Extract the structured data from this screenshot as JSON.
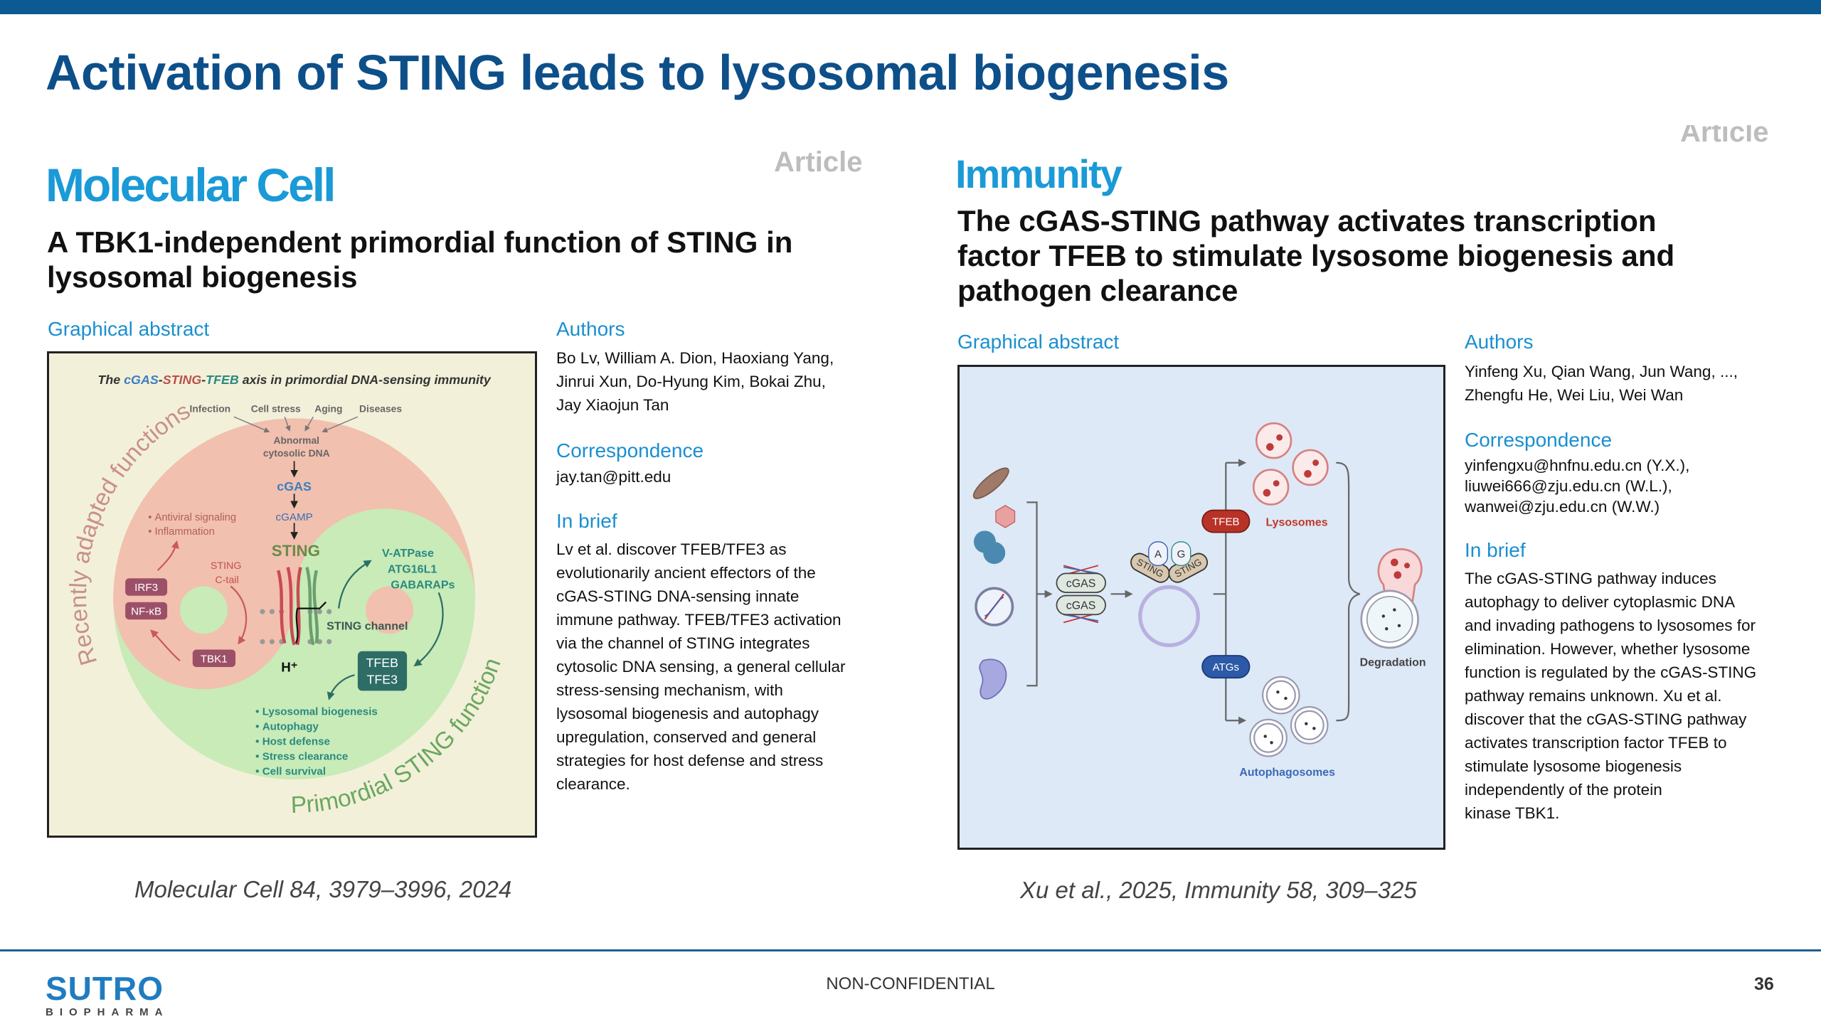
{
  "slide": {
    "title": "Activation of STING leads to lysosomal biogenesis",
    "footer_center": "NON-CONFIDENTIAL",
    "page_number": "36",
    "logo": {
      "name": "SUTRO",
      "sub": "BIOPHARMA"
    }
  },
  "left_paper": {
    "journal": "Molecular Cell",
    "article_tag": "Article",
    "title": "A TBK1-independent primordial function of STING in\nlysosomal biogenesis",
    "graphical_abstract_label": "Graphical abstract",
    "authors_label": "Authors",
    "authors": "Bo Lv, William A. Dion, Haoxiang Yang,\nJinrui Xun, Do-Hyung Kim, Bokai Zhu,\nJay Xiaojun Tan",
    "correspondence_label": "Correspondence",
    "correspondence": "jay.tan@pitt.edu",
    "in_brief_label": "In brief",
    "in_brief": "Lv et al. discover TFEB/TFE3 as\nevolutionarily ancient effectors of the\ncGAS-STING DNA-sensing innate\nimmune pathway. TFEB/TFE3 activation\nvia the channel of STING integrates\ncytosolic DNA sensing, a general cellular\nstress-sensing mechanism, with\nlysosomal biogenesis and autophagy\nupregulation, conserved and general\nstrategies for host defense and stress\nclearance.",
    "citation": "Molecular Cell 84, 3979–3996, 2024",
    "figure": {
      "title_parts": [
        "The ",
        "cGAS",
        "-",
        "STING",
        "-",
        "TFEB",
        " axis in primordial DNA-sensing immunity"
      ],
      "triggers": [
        "Infection",
        "Cell stress",
        "Aging",
        "Diseases"
      ],
      "abnormal": [
        "Abnormal",
        "cytosolic DNA"
      ],
      "cgas": "cGAS",
      "cgamp": "cGAMP",
      "sting": "STING",
      "sting_ctail": [
        "STING",
        "C-tail"
      ],
      "adapted_bullets": [
        "Antiviral signaling",
        "Inflammation"
      ],
      "irf3": "IRF3",
      "nfkb": "NF-κB",
      "tbk1": "TBK1",
      "effectors": [
        "V-ATPase",
        "ATG16L1",
        "GABARAPs"
      ],
      "channel": "STING channel",
      "proton": "H⁺",
      "tfeb": "TFEB",
      "tfe3": "TFE3",
      "primordial_bullets": [
        "Lysosomal biogenesis",
        "Autophagy",
        "Host defense",
        "Stress clearance",
        "Cell survival"
      ],
      "arc_recent": "Recently adapted functions",
      "arc_primordial": "Primordial STING functions"
    }
  },
  "right_paper": {
    "journal": "Immunity",
    "article_tag": "Article",
    "title": "The cGAS-STING pathway activates transcription\nfactor TFEB to stimulate lysosome biogenesis and\npathogen clearance",
    "graphical_abstract_label": "Graphical abstract",
    "authors_label": "Authors",
    "authors": "Yinfeng Xu, Qian Wang, Jun Wang, ...,\nZhengfu He, Wei Liu, Wei Wan",
    "correspondence_label": "Correspondence",
    "correspondence": "yinfengxu@hnfnu.edu.cn (Y.X.),\nliuwei666@zju.edu.cn (W.L.),\nwanwei@zju.edu.cn (W.W.)",
    "in_brief_label": "In brief",
    "in_brief": "The cGAS-STING pathway induces\nautophagy to deliver cytoplasmic DNA\nand invading pathogens to lysosomes for\nelimination. However, whether lysosome\nfunction is regulated by the cGAS-STING\npathway remains unknown. Xu et al.\ndiscover that the cGAS-STING pathway\nactivates transcription factor TFEB to\nstimulate lysosome biogenesis\nindependently of the protein\nkinase TBK1.",
    "citation": "Xu et al., 2025, Immunity 58, 309–325",
    "figure": {
      "cgas": "cGAS",
      "a": "A",
      "g": "G",
      "sting": "STING",
      "tfeb": "TFEB",
      "atgs": "ATGs",
      "lysosomes": "Lysosomes",
      "autophagosomes": "Autophagosomes",
      "degradation": "Degradation"
    }
  },
  "colors": {
    "title_blue": "#0d4f89",
    "journal_blue": "#1a9ad6",
    "label_blue": "#1a8fd0"
  }
}
